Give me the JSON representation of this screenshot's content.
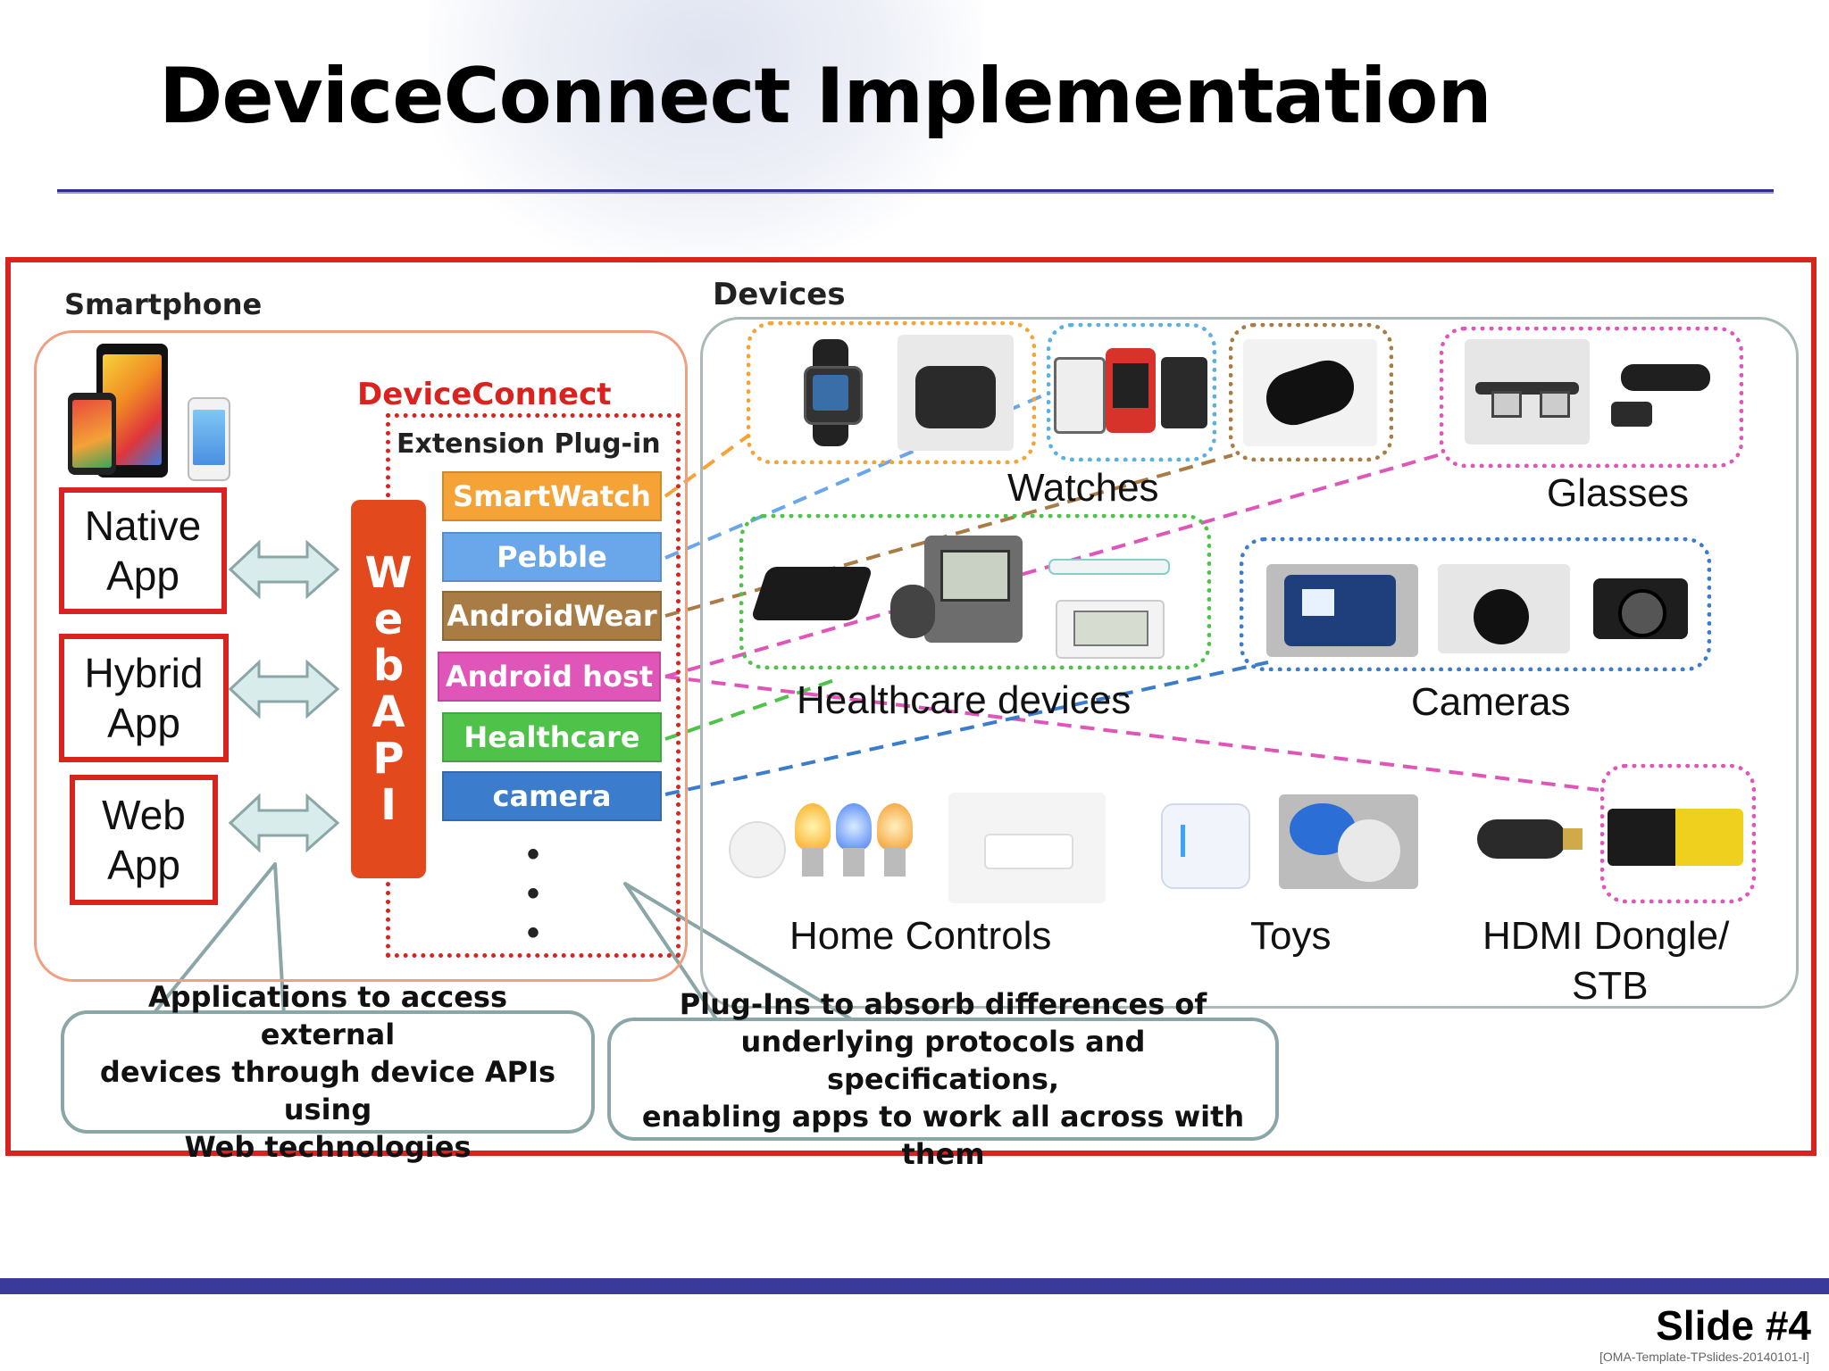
{
  "title": "DeviceConnect Implementation",
  "smartphone_label": "Smartphone",
  "devices_label": "Devices",
  "deviceconnect_label": "DeviceConnect",
  "extension_label": "Extension Plug-in",
  "webapi_letters": [
    "W",
    "e",
    "b",
    "A",
    "P",
    "I"
  ],
  "apps": [
    {
      "line1": "Native",
      "line2": "App"
    },
    {
      "line1": "Hybrid",
      "line2": "App"
    },
    {
      "line1": "Web",
      "line2": "App"
    }
  ],
  "plugins": [
    {
      "label": "SmartWatch",
      "color": "#f5a236"
    },
    {
      "label": "Pebble",
      "color": "#6aa6ea"
    },
    {
      "label": "AndroidWear",
      "color": "#a97b45"
    },
    {
      "label": "Android host",
      "color": "#e056b8"
    },
    {
      "label": "Healthcare",
      "color": "#4fc24a"
    },
    {
      "label": "camera",
      "color": "#3b7dcc"
    }
  ],
  "ellipsis": [
    "•",
    "•",
    "•"
  ],
  "device_labels": {
    "watches": "Watches",
    "glasses": "Glasses",
    "healthcare": "Healthcare devices",
    "cameras": "Cameras",
    "home": "Home Controls",
    "toys": "Toys",
    "hdmi_line1": "HDMI Dongle/",
    "hdmi_line2": "STB"
  },
  "callouts": {
    "left": [
      "Applications to access external",
      "devices through device APIs using",
      "Web technologies"
    ],
    "right": [
      "Plug-Ins  to absorb differences of",
      "underlying protocols and specifications,",
      "enabling apps to work all across with them"
    ]
  },
  "slide_number": "Slide #4",
  "template_ref": "[OMA-Template-TPslides-20140101-I]"
}
